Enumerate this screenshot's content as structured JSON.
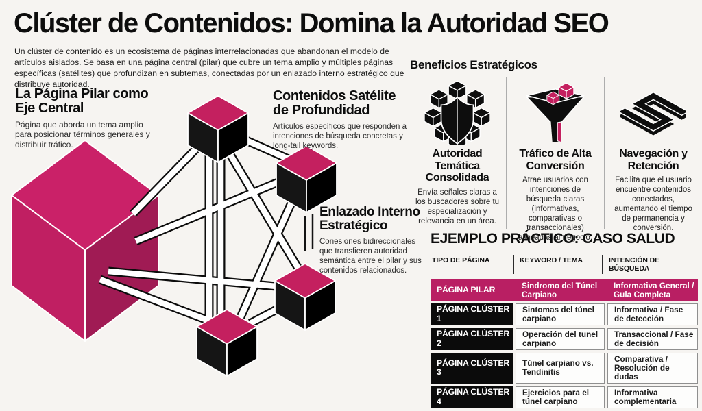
{
  "title": "Clúster de Contenidos: Domina la Autoridad SEO",
  "intro": "Un clúster de contenido es un ecosistema de páginas interrelacionadas que abandonan el modelo de artículos aislados. Se basa en una página central (pilar) que cubre un tema amplio y múltiples páginas específicas (satélites) que profundizan en subtemas, conectadas por un enlazado interno estratégico que distribuye autoridad.",
  "diagram": {
    "pillar": {
      "title": "La Página Pilar como Eje Central",
      "description": "Página que aborda un tema amplio para posicionar términos generales y distribuir tráfico."
    },
    "satellite": {
      "title": "Contenidos Satélite de Profundidad",
      "description": "Artículos específicos que responden a intenciones de búsqueda concretas y long-tail keywords."
    },
    "linking": {
      "title": "Enlazado Interno Estratégico",
      "description": "Conesiones bidireccionales que transfieren autoridad semántica entre el pilar y sus contenidos relacionados."
    }
  },
  "benefits": {
    "heading": "Beneficios Estratégicos",
    "items": [
      {
        "icon": "cube-cluster-shield-icon",
        "title": "Autoridad Temática Consolidada",
        "description": "Envía señales claras a los buscadores sobre tu especialización y relevancia en un área."
      },
      {
        "icon": "funnel-icon",
        "title": "Tráfico de Alta Conversión",
        "description": "Atrae usuarios con intenciones de búsqueda claras (informativas, comparativas o transaccionales) allneadas al negocio."
      },
      {
        "icon": "maze-icon",
        "title": "Navegación y Retención",
        "description": "Facilita que el usuario encuentre contenidos conectados, aumentando el tiempo de permanencia y conversión."
      }
    ]
  },
  "example_table": {
    "heading": "EJEMPLO PRÁCTICO: CASO SALUD",
    "columns": [
      "TIPO DE PÁGINA",
      "KEYWORD / TEMA",
      "INTENCIÓN DE BÚSQUEDA"
    ],
    "rows": [
      {
        "type": "PÁGINA PILAR",
        "keyword": "Sindromo del Túnel Carpiano",
        "intent": "Informativa General / Gula Completa"
      },
      {
        "type": "PÁGINA CLÚSTER 1",
        "keyword": "Sintomas del túnel carpiano",
        "intent": "Informativa / Fase de detección"
      },
      {
        "type": "PÁGINA CLÚSTER 2",
        "keyword": "Operación del tunel carpiano",
        "intent": "Transaccional / Fase de decisión"
      },
      {
        "type": "PÁGINA CLÚSTER 3",
        "keyword": "Túnel carpiano vs. Tendinitis",
        "intent": "Comparativa / Resolución de dudas"
      },
      {
        "type": "PÁGINA CLÚSTER 4",
        "keyword": "Ejercicios para el túnel carpiano",
        "intent": "Informativa complementaria"
      }
    ]
  },
  "colors": {
    "accent_magenta": "#b91f63",
    "cube_magenta": "#c4205f",
    "ink_black": "#0d0d0d",
    "background": "#f6f4f1"
  }
}
